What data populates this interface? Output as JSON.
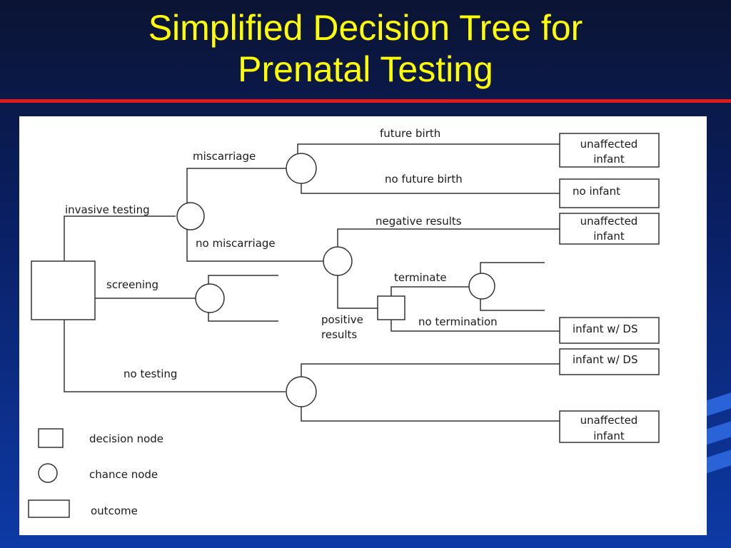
{
  "title": {
    "line1": "Simplified Decision Tree for",
    "line2": "Prenatal Testing"
  },
  "colors": {
    "title": "#ffff00",
    "accent_rule": "#e01a1a",
    "background": "#0a1f63",
    "panel": "#ffffff"
  },
  "tree": {
    "branches": {
      "invasive_testing": "invasive testing",
      "screening": "screening",
      "no_testing": "no testing",
      "miscarriage": "miscarriage",
      "no_miscarriage": "no miscarriage",
      "future_birth": "future birth",
      "no_future_birth": "no future birth",
      "negative_results": "negative results",
      "positive_results_1": "positive",
      "positive_results_2": "results",
      "terminate": "terminate",
      "no_termination": "no termination"
    },
    "outcomes": {
      "unaffected_infant_1": [
        "unaffected",
        "infant"
      ],
      "no_infant": "no infant",
      "unaffected_infant_2": [
        "unaffected",
        "infant"
      ],
      "infant_ds_1": "infant w/ DS",
      "infant_ds_2": "infant w/ DS",
      "unaffected_infant_3": [
        "unaffected",
        "infant"
      ]
    }
  },
  "legend": {
    "decision_node": "decision node",
    "chance_node": "chance node",
    "outcome": "outcome"
  }
}
